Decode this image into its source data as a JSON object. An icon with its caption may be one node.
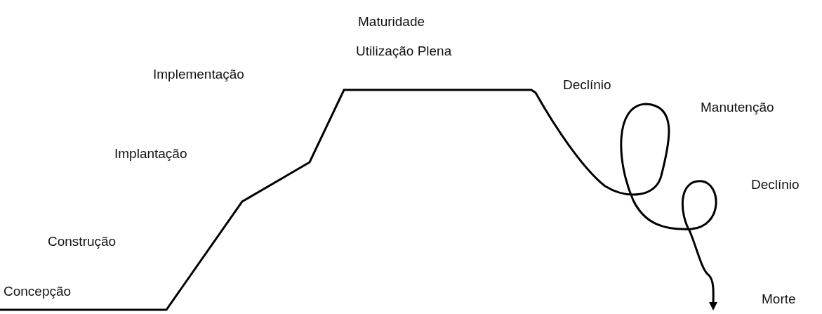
{
  "diagram": {
    "labels": [
      "Maturidade",
      "Utilização Plena",
      "Implementação",
      "Declínio",
      "Manutenção",
      "Implantação",
      "Declínio",
      "Construção",
      "Concepção",
      "Morte"
    ]
  }
}
